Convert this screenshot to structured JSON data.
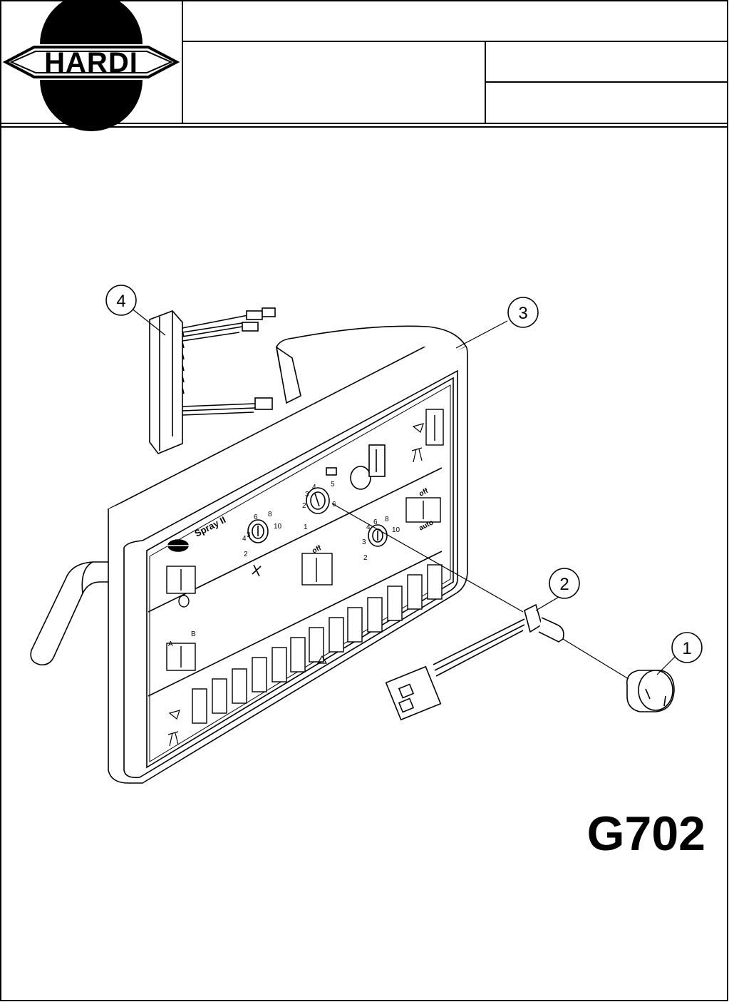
{
  "header": {
    "logo_text": "HARDI",
    "title_cell": "",
    "subtitle_cell": "",
    "ref_cell_top": "",
    "ref_cell_bottom": ""
  },
  "drawing": {
    "code": "G702",
    "panel_brand": "Spray II",
    "callouts": [
      "1",
      "2",
      "3",
      "4"
    ],
    "dial_left": [
      "2",
      "3",
      "4",
      "6",
      "8",
      "10"
    ],
    "dial_center": [
      "1",
      "2",
      "3",
      "4",
      "5",
      "6"
    ],
    "dial_right": [
      "2",
      "3",
      "4",
      "6",
      "8",
      "10"
    ],
    "switch_labels": {
      "off_center": "off",
      "off_right": "off",
      "auto": "auto",
      "A": "A",
      "B": "B"
    }
  }
}
